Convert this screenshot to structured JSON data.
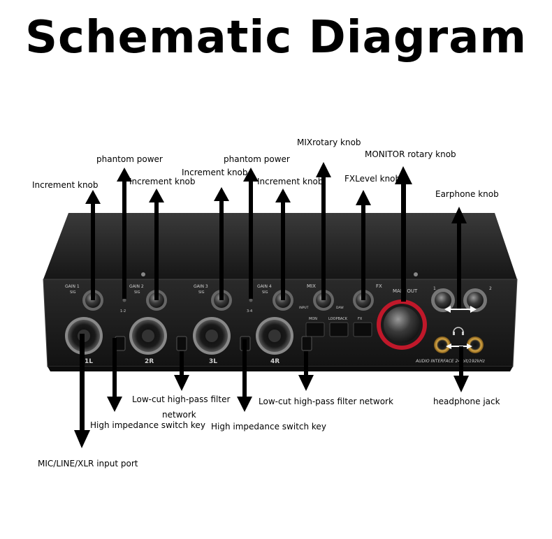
{
  "title": "Schematic Diagram",
  "labels": {
    "increment_knob_1": "Increment knob",
    "phantom_power_1": "phantom power",
    "increment_knob_2": "Increment knob",
    "increment_knob_3": "Increment knob",
    "phantom_power_2": "phantom power",
    "increment_knob_4": "Increment knob",
    "mix_rotary_knob": "MIXrotary knob",
    "fx_level_knob": "FXLevel knob",
    "monitor_rotary_knob": "MONITOR rotary knob",
    "earphone_knob": "Earphone knob",
    "low_cut_filter_1a": "Low-cut high-pass filter",
    "low_cut_filter_1b": "network",
    "high_impedance_key_1": "High impedance switch key",
    "low_cut_filter_2": "Low-cut high-pass filter network",
    "high_impedance_key_2": "High impedance switch key",
    "headphone_jack": "headphone jack",
    "input_port": "MIC/LINE/XLR input port"
  },
  "panel": {
    "gain1": "GAIN 1",
    "sig1": "SIG",
    "gain2": "GAIN 2",
    "sig2": "SIG",
    "gain3": "GAIN 3",
    "sig3": "SIG",
    "gain4": "GAIN 4",
    "sig4": "SIG",
    "p48_12": "1-2",
    "p48_34": "3-4",
    "mix": "MIX",
    "fx": "FX",
    "main_out": "MAIN OUT",
    "input": "INPUT",
    "daw": "DAW",
    "mon": "MON",
    "loopback": "LOOPBACK",
    "fx_btn": "FX",
    "hp1": "1",
    "hp2": "2",
    "ch1": "1L",
    "ch2": "2R",
    "ch3": "3L",
    "ch4": "4R",
    "model": "AUDIO INTERFACE 24-bit/192kHz"
  },
  "colors": {
    "arrow": "#000000",
    "chassis": "#1c1c1c",
    "monitor_ring": "#c0182a",
    "jack_gold": "#b8872f"
  }
}
